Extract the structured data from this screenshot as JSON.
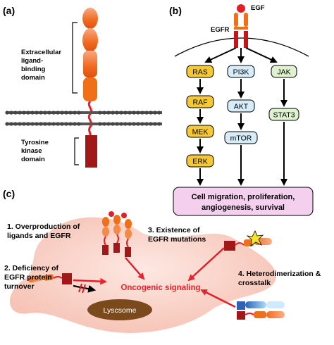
{
  "panels": {
    "a": "(a)",
    "b": "(b)",
    "c": "(c)"
  },
  "panel_a": {
    "extracellular_label": [
      "Extracellular",
      "ligand-",
      "binding",
      "domain"
    ],
    "kinase_label": [
      "Tyrosine",
      "kinase",
      "domain"
    ]
  },
  "panel_b": {
    "egf": "EGF",
    "egfr": "EGFR",
    "ras": "RAS",
    "raf": "RAF",
    "mek": "MEK",
    "erk": "ERK",
    "pi3k": "PI3K",
    "akt": "AKT",
    "mtor": "mTOR",
    "jak": "JAK",
    "stat3": "STAT3",
    "outcome": [
      "Cell migration, proliferation,",
      "angiogenesis, survival"
    ],
    "colors": {
      "mapk": "#f5c838",
      "pi3k": "#d6ecf8",
      "jak": "#dff2d0",
      "outcome": "#f5d0ee"
    }
  },
  "panel_c": {
    "item1": [
      "1. Overproduction of",
      "ligands and EGFR"
    ],
    "item2": [
      "2. Deficiency of",
      "EGFR protein",
      "turnover"
    ],
    "item3": [
      "3. Existence of",
      "EGFR mutations"
    ],
    "item4": [
      "4. Heterodimerization &",
      "crosstalk"
    ],
    "center": "Oncogenic signaling",
    "lysosome": "Lyscsome",
    "colors": {
      "cell": "#fbd6cc",
      "arrow": "#e8242c",
      "lysosome": "#7a4a1c"
    }
  }
}
